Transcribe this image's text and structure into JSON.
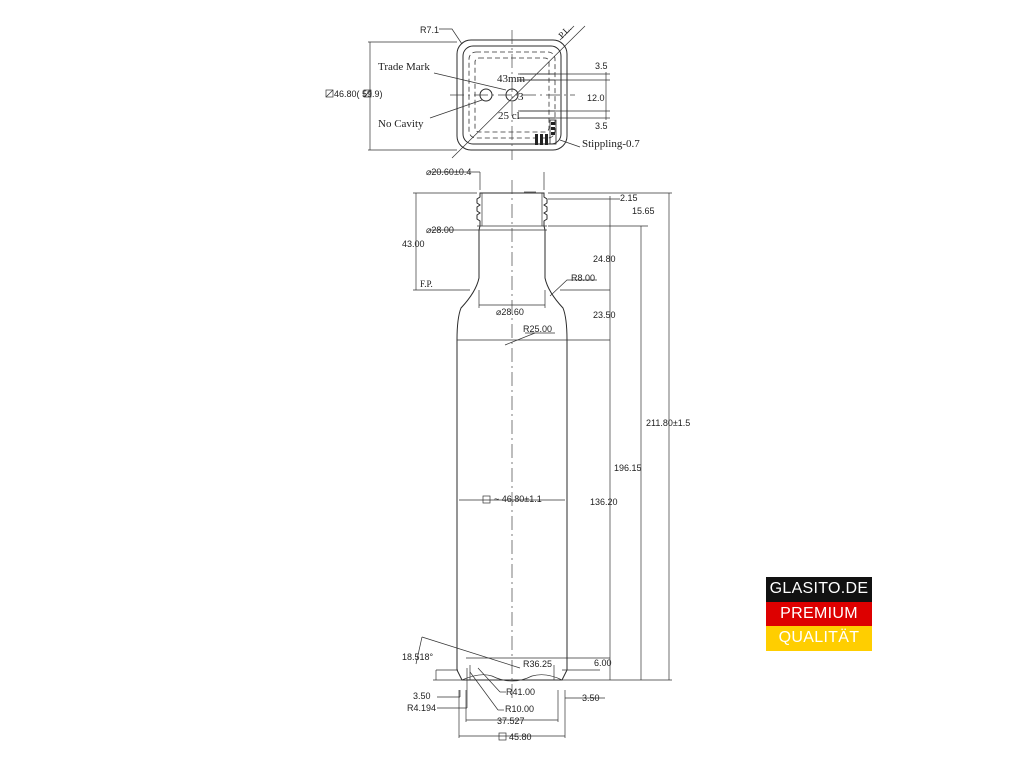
{
  "top_view": {
    "r_corner": "R7.1",
    "pl": "P.L.",
    "trade_mark": "Trade Mark",
    "no_cavity": "No Cavity",
    "size_text": "43mm",
    "num_3": "3",
    "volume_text": "25 cl",
    "dim_35_top": "3.5",
    "dim_120": "12.0",
    "dim_35_bottom": "3.5",
    "square_size": "46.80( 59.9)",
    "stippling": "Stippling-0.7"
  },
  "side_view": {
    "neck_finish": "⌀20.60±0.4",
    "dim_215": "2.15",
    "dim_1565": "15.65",
    "neck_dia": "⌀28.00",
    "dim_4300": "43.00",
    "dim_2480": "24.80",
    "r8": "R8.00",
    "fp": "F.P.",
    "shoulder_dia": "⌀28.60",
    "dim_2350": "23.50",
    "r25": "R25.00",
    "overall_height": "211.80±1.5",
    "dim_19615": "196.15",
    "body_square": "46.80±1.1",
    "dim_13620": "136.20",
    "angle": "18.518°",
    "r3625": "R36.25",
    "dim_600": "6.00",
    "dim_350_left": "3.50",
    "r41": "R41.00",
    "dim_350_right": "3.50",
    "r4194": "R4.194",
    "r10": "R10.00",
    "dim_37527": "37.527",
    "base_square": "45.80"
  },
  "badge": {
    "line1": "GLASITO.DE",
    "line2": "PREMIUM",
    "line3": "QUALITÄT"
  }
}
